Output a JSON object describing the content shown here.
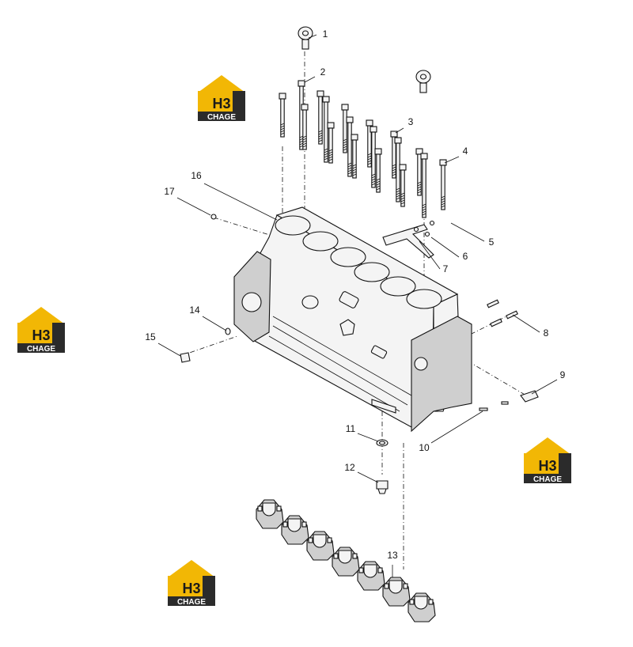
{
  "logos": [
    {
      "id": "logo-1",
      "mark": "H3",
      "word": "CHAGE"
    },
    {
      "id": "logo-2",
      "mark": "H3",
      "word": "CHAGE"
    },
    {
      "id": "logo-3",
      "mark": "H3",
      "word": "CHAGE"
    },
    {
      "id": "logo-4",
      "mark": "H3",
      "word": "CHAGE"
    }
  ],
  "callouts": [
    "1",
    "2",
    "3",
    "4",
    "5",
    "6",
    "7",
    "8",
    "9",
    "10",
    "11",
    "12",
    "13",
    "14",
    "15",
    "16",
    "17"
  ],
  "colors": {
    "logo_yellow": "#f2b705",
    "logo_dark": "#2b2b2b",
    "line": "#111111"
  }
}
